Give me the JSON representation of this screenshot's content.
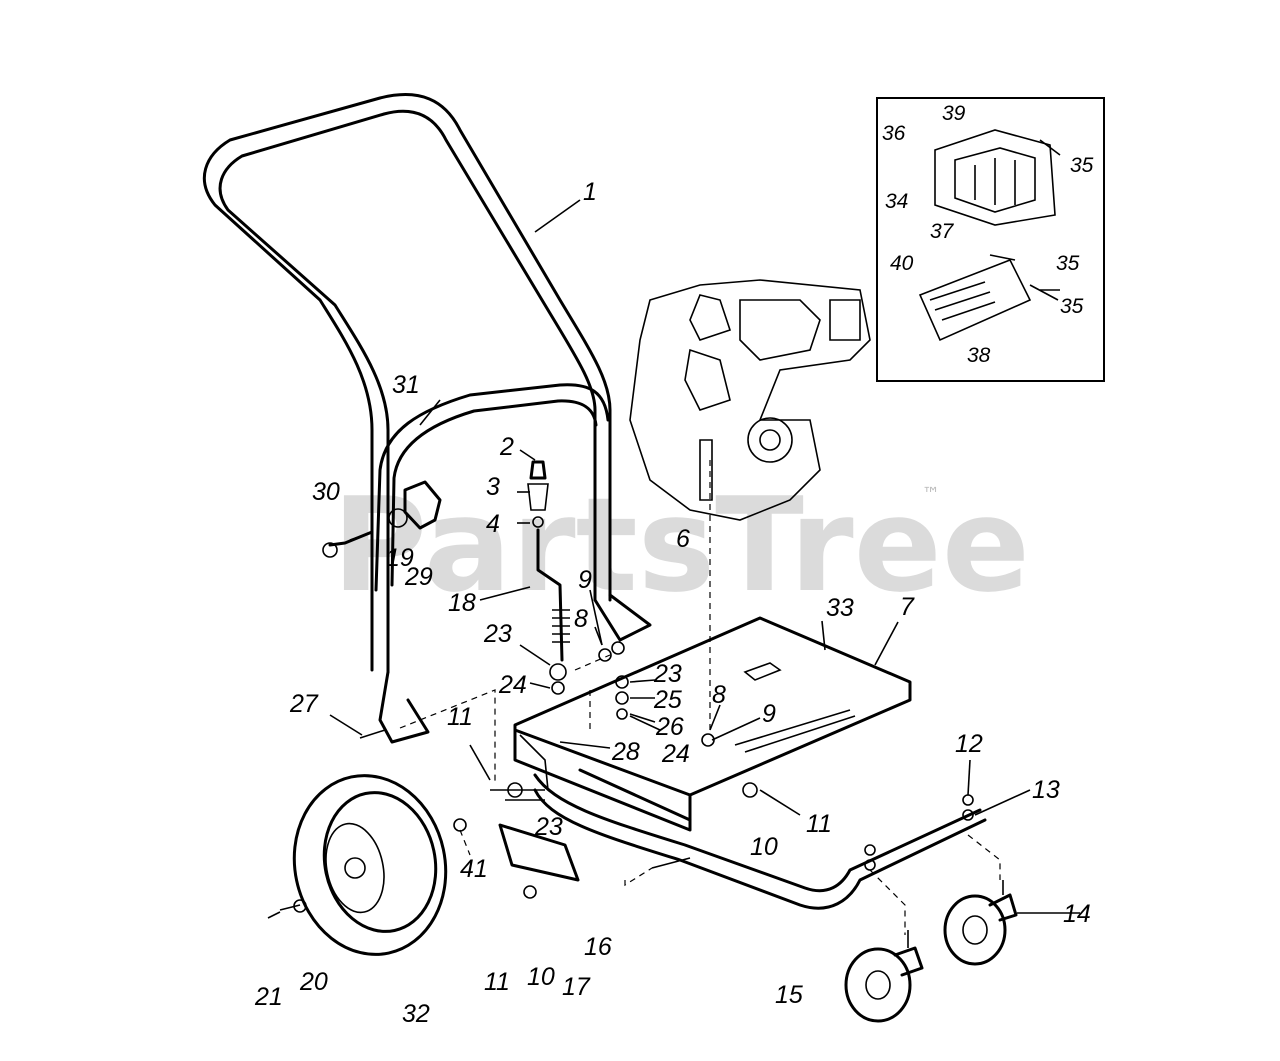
{
  "watermark": {
    "text": "PartsTree",
    "trademark": "™"
  },
  "labels": [
    {
      "id": "1",
      "text": "1"
    },
    {
      "id": "2",
      "text": "2"
    },
    {
      "id": "3",
      "text": "3"
    },
    {
      "id": "4",
      "text": "4"
    },
    {
      "id": "6",
      "text": "6"
    },
    {
      "id": "7",
      "text": "7"
    },
    {
      "id": "8a",
      "text": "8"
    },
    {
      "id": "8b",
      "text": "8"
    },
    {
      "id": "9a",
      "text": "9"
    },
    {
      "id": "9b",
      "text": "9"
    },
    {
      "id": "10a",
      "text": "10"
    },
    {
      "id": "10b",
      "text": "10"
    },
    {
      "id": "11a",
      "text": "11"
    },
    {
      "id": "11b",
      "text": "11"
    },
    {
      "id": "11c",
      "text": "11"
    },
    {
      "id": "12",
      "text": "12"
    },
    {
      "id": "13",
      "text": "13"
    },
    {
      "id": "14",
      "text": "14"
    },
    {
      "id": "15",
      "text": "15"
    },
    {
      "id": "16",
      "text": "16"
    },
    {
      "id": "17",
      "text": "17"
    },
    {
      "id": "18",
      "text": "18"
    },
    {
      "id": "19",
      "text": "19"
    },
    {
      "id": "20",
      "text": "20"
    },
    {
      "id": "21",
      "text": "21"
    },
    {
      "id": "23a",
      "text": "23"
    },
    {
      "id": "23b",
      "text": "23"
    },
    {
      "id": "23c",
      "text": "23"
    },
    {
      "id": "24a",
      "text": "24"
    },
    {
      "id": "24b",
      "text": "24"
    },
    {
      "id": "25",
      "text": "25"
    },
    {
      "id": "26",
      "text": "26"
    },
    {
      "id": "27",
      "text": "27"
    },
    {
      "id": "28",
      "text": "28"
    },
    {
      "id": "29",
      "text": "29"
    },
    {
      "id": "30",
      "text": "30"
    },
    {
      "id": "31",
      "text": "31"
    },
    {
      "id": "32",
      "text": "32"
    },
    {
      "id": "33",
      "text": "33"
    },
    {
      "id": "41",
      "text": "41"
    }
  ],
  "inset_labels": [
    {
      "id": "36",
      "text": "36"
    },
    {
      "id": "39",
      "text": "39"
    },
    {
      "id": "35a",
      "text": "35"
    },
    {
      "id": "34",
      "text": "34"
    },
    {
      "id": "37",
      "text": "37"
    },
    {
      "id": "40",
      "text": "40"
    },
    {
      "id": "35b",
      "text": "35"
    },
    {
      "id": "35c",
      "text": "35"
    },
    {
      "id": "38",
      "text": "38"
    }
  ]
}
